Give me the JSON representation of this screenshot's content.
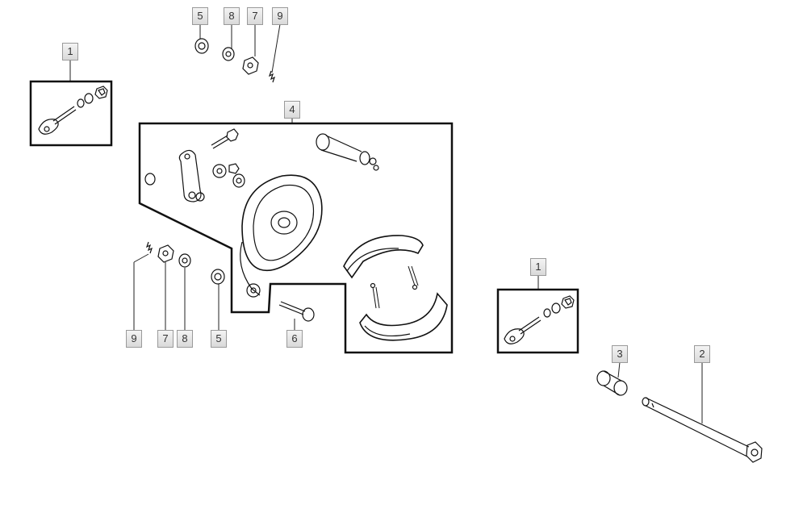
{
  "callouts": {
    "c_5_top": "5",
    "c_8_top": "8",
    "c_7_top": "7",
    "c_9_top": "9",
    "c_1_left": "1",
    "c_4": "4",
    "c_9_bottom": "9",
    "c_7_bottom": "7",
    "c_8_bottom": "8",
    "c_5_bottom": "5",
    "c_6": "6",
    "c_1_right": "1",
    "c_3": "3",
    "c_2": "2"
  }
}
